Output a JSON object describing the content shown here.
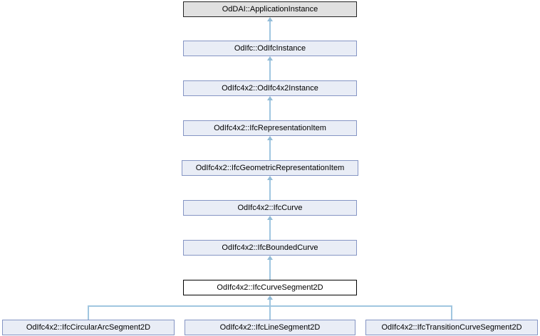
{
  "diagram": {
    "type": "class-inheritance-graph",
    "colors": {
      "background": "#FFFFFF",
      "node_fill": "#E9EDF6",
      "node_border": "#8595C4",
      "external_node_fill": "#E0E0E0",
      "external_node_border": "#242424",
      "current_node_fill": "#FFFFFF",
      "current_node_border": "#000000",
      "edge_line": "#A0C6E0",
      "edge_arrow": "#93BCD8",
      "text": "#000000"
    },
    "nodes": [
      {
        "label": "OdDAI::ApplicationInstance",
        "style": "external"
      },
      {
        "label": "OdIfc::OdIfcInstance",
        "style": "linked"
      },
      {
        "label": "OdIfc4x2::OdIfc4x2Instance",
        "style": "linked"
      },
      {
        "label": "OdIfc4x2::IfcRepresentationItem",
        "style": "linked"
      },
      {
        "label": "OdIfc4x2::IfcGeometricRepresentationItem",
        "style": "linked"
      },
      {
        "label": "OdIfc4x2::IfcCurve",
        "style": "linked"
      },
      {
        "label": "OdIfc4x2::IfcBoundedCurve",
        "style": "linked"
      },
      {
        "label": "OdIfc4x2::IfcCurveSegment2D",
        "style": "current"
      },
      {
        "label": "OdIfc4x2::IfcCircularArcSegment2D",
        "style": "linked"
      },
      {
        "label": "OdIfc4x2::IfcLineSegment2D",
        "style": "linked"
      },
      {
        "label": "OdIfc4x2::IfcTransitionCurveSegment2D",
        "style": "linked"
      }
    ],
    "edges": [
      {
        "child": "OdIfc::OdIfcInstance",
        "parent": "OdDAI::ApplicationInstance"
      },
      {
        "child": "OdIfc4x2::OdIfc4x2Instance",
        "parent": "OdIfc::OdIfcInstance"
      },
      {
        "child": "OdIfc4x2::IfcRepresentationItem",
        "parent": "OdIfc4x2::OdIfc4x2Instance"
      },
      {
        "child": "OdIfc4x2::IfcGeometricRepresentationItem",
        "parent": "OdIfc4x2::IfcRepresentationItem"
      },
      {
        "child": "OdIfc4x2::IfcCurve",
        "parent": "OdIfc4x2::IfcGeometricRepresentationItem"
      },
      {
        "child": "OdIfc4x2::IfcBoundedCurve",
        "parent": "OdIfc4x2::IfcCurve"
      },
      {
        "child": "OdIfc4x2::IfcCurveSegment2D",
        "parent": "OdIfc4x2::IfcBoundedCurve"
      },
      {
        "child": "OdIfc4x2::IfcCircularArcSegment2D",
        "parent": "OdIfc4x2::IfcCurveSegment2D"
      },
      {
        "child": "OdIfc4x2::IfcLineSegment2D",
        "parent": "OdIfc4x2::IfcCurveSegment2D"
      },
      {
        "child": "OdIfc4x2::IfcTransitionCurveSegment2D",
        "parent": "OdIfc4x2::IfcCurveSegment2D"
      }
    ]
  }
}
